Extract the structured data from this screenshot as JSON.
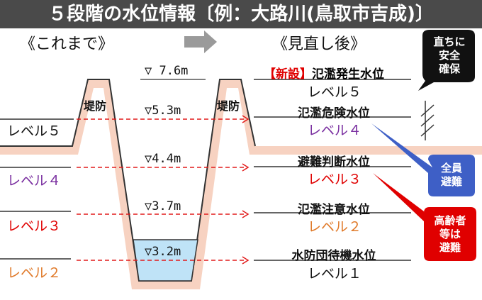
{
  "title": "５段階の水位情報〔例：大路川(鳥取市吉成)〕",
  "before_label": "《これまで》",
  "after_label": "《見直し後》",
  "bank_label": "堤防",
  "depths": [
    "▽ 7.6m",
    "▽5.3m",
    "▽4.4m",
    "▽3.7m",
    "▽3.2m"
  ],
  "old_levels": [
    "レベル５",
    "レベル４",
    "レベル３",
    "レベル２"
  ],
  "new_tag": "【新設】",
  "water_levels": [
    {
      "name": "氾濫発生水位",
      "level": "レベル５"
    },
    {
      "name": "氾濫危険水位",
      "level": "レベル４"
    },
    {
      "name": "避難判断水位",
      "level": "レベル３"
    },
    {
      "name": "氾濫注意水位",
      "level": "レベル２"
    },
    {
      "name": "水防団待機水位",
      "level": "レベル１"
    }
  ],
  "callouts": {
    "black": [
      "直ちに",
      "安全",
      "確保"
    ],
    "blue": [
      "全員",
      "避難"
    ],
    "red": [
      "高齢者",
      "等は",
      "避難"
    ]
  },
  "colors": {
    "level5": "#111111",
    "level4": "#7a2fa0",
    "level3": "#e00000",
    "level2": "#e07a2a",
    "level1": "#111111",
    "bank": "#f7d2c1",
    "water": "#bfe3f7",
    "dashed": "#e21b1b"
  }
}
